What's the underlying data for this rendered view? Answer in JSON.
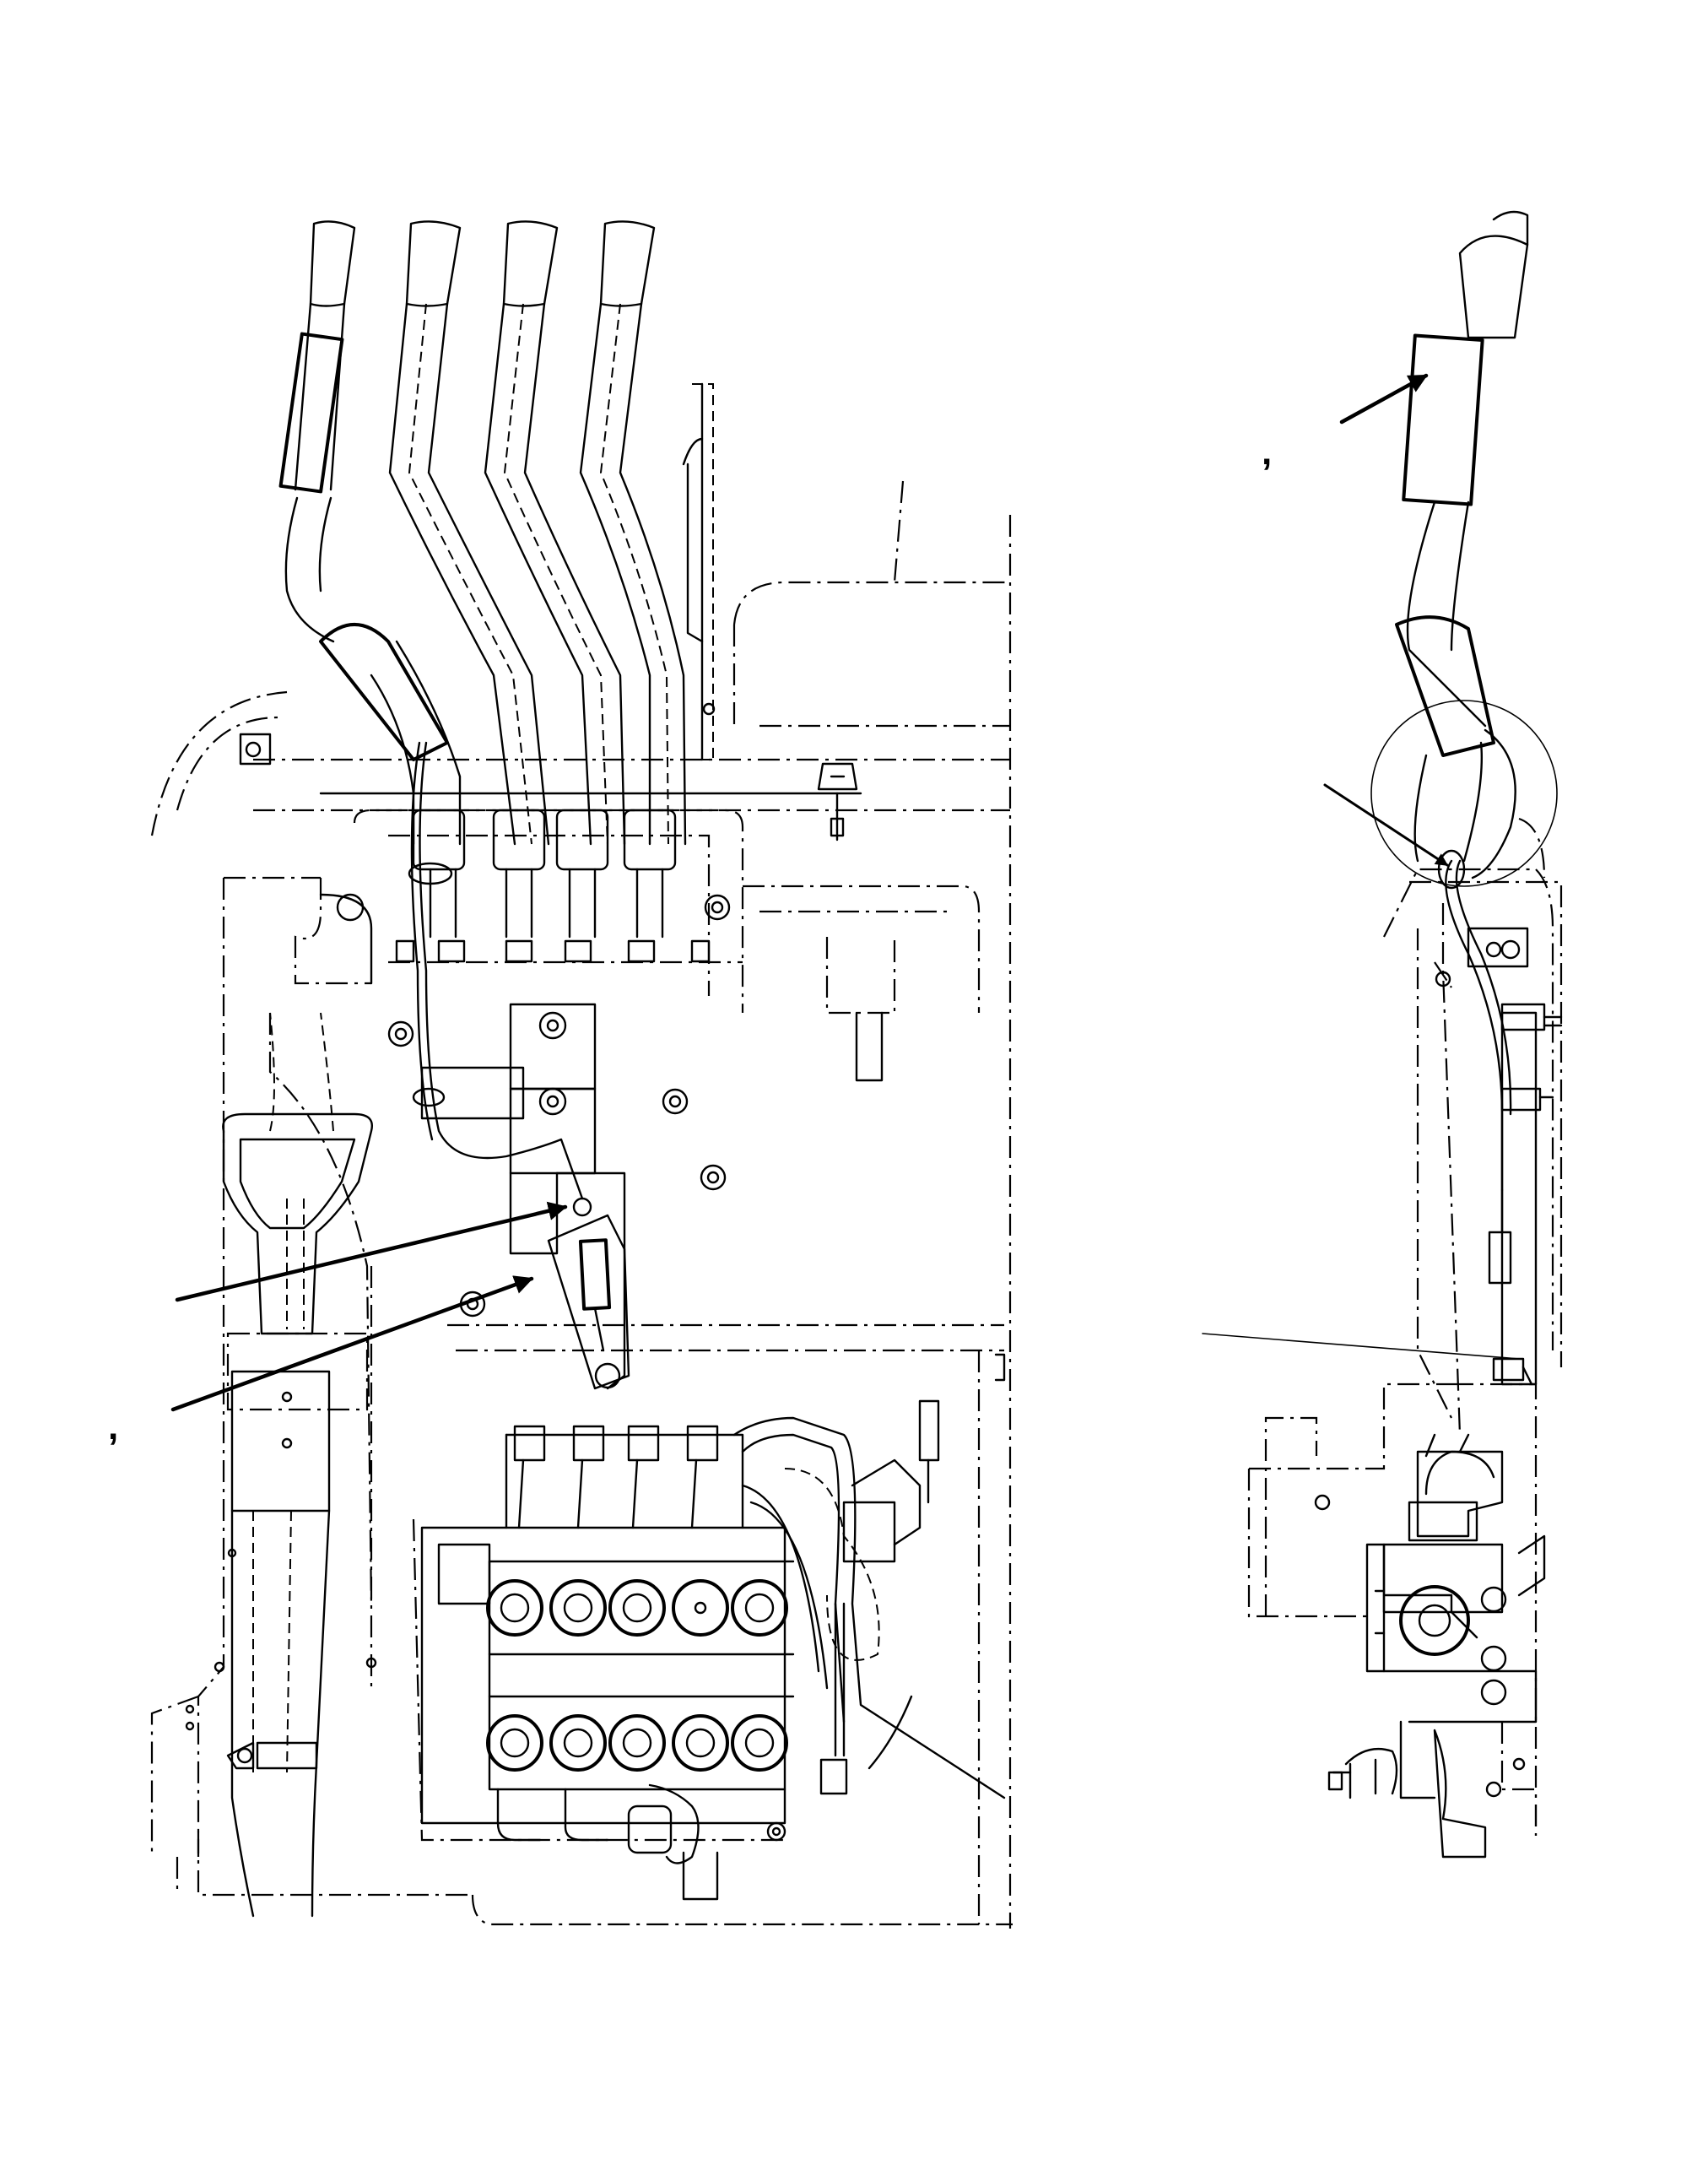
{
  "diagram": {
    "views": [
      "front-view",
      "side-view"
    ],
    "callouts": [
      {
        "id": "callout-front-lower",
        "text": ","
      },
      {
        "id": "callout-side-upper",
        "text": ","
      }
    ],
    "colors": {
      "line": "#000000",
      "background": "#ffffff"
    }
  }
}
